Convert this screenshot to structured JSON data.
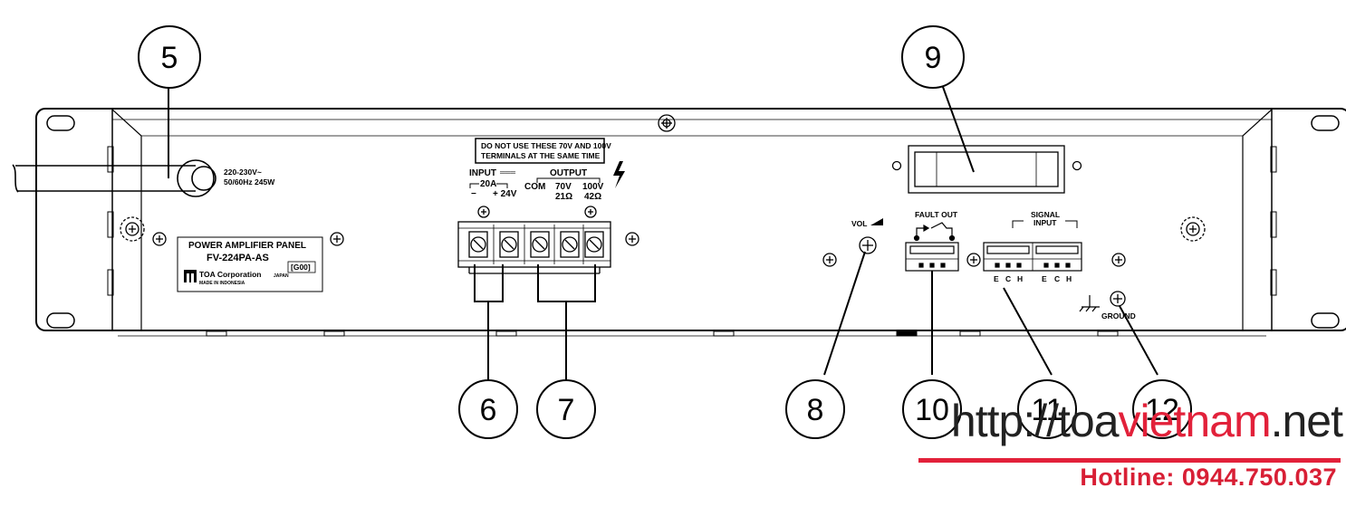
{
  "panel": {
    "mains_rating": [
      "220-230V~",
      "50/60Hz 245W"
    ],
    "warning": [
      "DO NOT USE THESE 70V AND 100V",
      "TERMINALS AT THE SAME TIME"
    ],
    "input_label": "INPUT",
    "input_dc_symbol": "═══",
    "fuse_label": "20A",
    "minus_label": "−",
    "plus24_label": "+ 24V",
    "output_label": "OUTPUT",
    "com_label": "COM",
    "v70_label": "70V",
    "ohm21_label": "21Ω",
    "v100_label": "100V",
    "ohm42_label": "42Ω",
    "nameplate": {
      "title": "POWER AMPLIFIER PANEL",
      "model": "FV-224PA-AS",
      "code": "[G00]",
      "maker": "TOA Corporation",
      "country": "JAPAN",
      "made_in": "MADE IN INDONESIA"
    },
    "vol_label": "VOL",
    "fault_out_label": "FAULT OUT",
    "signal_input_label": [
      "SIGNAL",
      "INPUT"
    ],
    "signal_pins": [
      "E",
      "C",
      "H",
      "E",
      "C",
      "H"
    ],
    "ground_label": "GROUND"
  },
  "callouts": [
    "5",
    "6",
    "7",
    "8",
    "9",
    "10",
    "11",
    "12"
  ],
  "watermark": {
    "site_prefix": "http://toa",
    "site_accent": "vietnam",
    "site_suffix": ".net",
    "hotline": "Hotline: 0944.750.037"
  }
}
